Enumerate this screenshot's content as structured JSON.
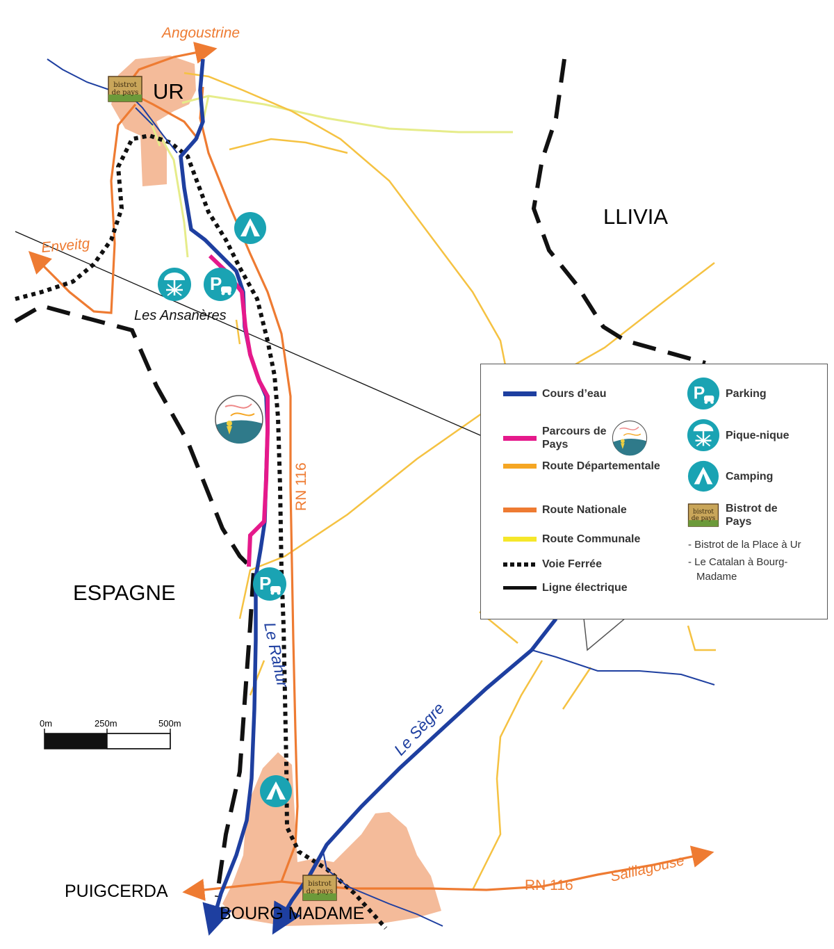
{
  "places": {
    "ur": "UR",
    "llivia": "LLIVIA",
    "espagne": "ESPAGNE",
    "puigcerda": "PUIGCERDA",
    "bourg_madame": "BOURG MADAME",
    "les_ansaneres": "Les Ansanères"
  },
  "directions": {
    "angoustrine": "Angoustrine",
    "enveitg": "Enveitg",
    "saillagouse": "Saillagouse"
  },
  "roads": {
    "rn116_vertical": "RN 116",
    "rn116_horizontal": "RN 116"
  },
  "rivers": {
    "le_rahur": "Le Rahur",
    "le_segre": "Le Sègre"
  },
  "scale": {
    "tick_0": "0m",
    "tick_1": "250m",
    "tick_2": "500m"
  },
  "bistrot_badge_text": "bistrot de pays",
  "legend": {
    "lines": [
      {
        "label": "Cours d’eau",
        "color": "#1e3fa0"
      },
      {
        "label": "Parcours de Pays",
        "color": "#e5198b"
      },
      {
        "label": "Route Départementale",
        "color": "#f5a623"
      },
      {
        "label": "Route Nationale",
        "color": "#ee7b32"
      },
      {
        "label": "Route Communale",
        "color": "#f5e72a"
      },
      {
        "label": "Voie Ferrée",
        "color": "#111111"
      },
      {
        "label": "Ligne électrique",
        "color": "#111111"
      }
    ],
    "icons": [
      {
        "label": "Parking",
        "icon": "parking-icon"
      },
      {
        "label": "Pique-nique",
        "icon": "picnic-icon"
      },
      {
        "label": "Camping",
        "icon": "camping-icon"
      },
      {
        "label": "Bistrot de Pays",
        "icon": "bistrot-de-pays-icon"
      }
    ],
    "notes": [
      "- Bistrot de la Place à Ur",
      "- Le Catalan à Bourg-",
      "Madame"
    ]
  },
  "colors": {
    "water": "#1e3fa0",
    "trail": "#e5198b",
    "route_departementale": "#f5c242",
    "route_nationale": "#ee7b32",
    "route_communale": "#e6ec8a",
    "town": "#f4bb9a",
    "icon_teal": "#1aa3b3"
  }
}
